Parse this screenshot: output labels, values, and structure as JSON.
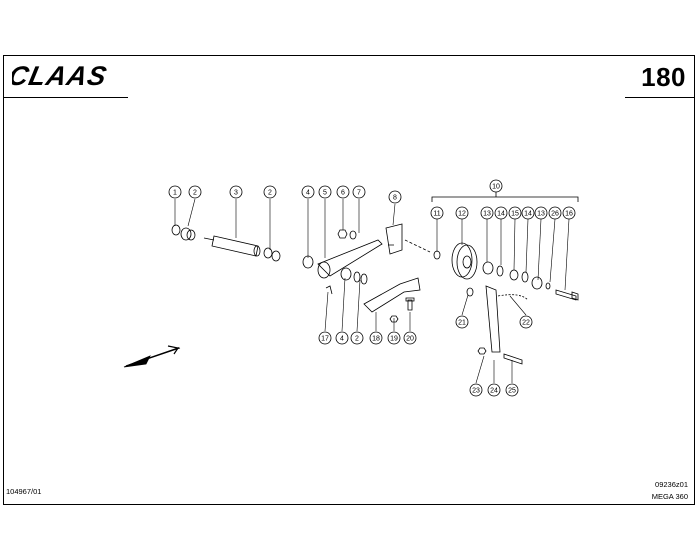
{
  "header": {
    "brand": "CLAAS",
    "page_number": "180"
  },
  "footer": {
    "document_ref": "104967/01",
    "drawing_code": "09236z01",
    "model": "MEGA 360"
  },
  "callouts": [
    "1",
    "2",
    "3",
    "2",
    "4",
    "5",
    "6",
    "7",
    "8",
    "10",
    "11",
    "12",
    "13",
    "14",
    "15",
    "14",
    "13",
    "26",
    "16",
    "17",
    "4",
    "2",
    "18",
    "19",
    "20",
    "21",
    "22",
    "23",
    "24",
    "25"
  ]
}
